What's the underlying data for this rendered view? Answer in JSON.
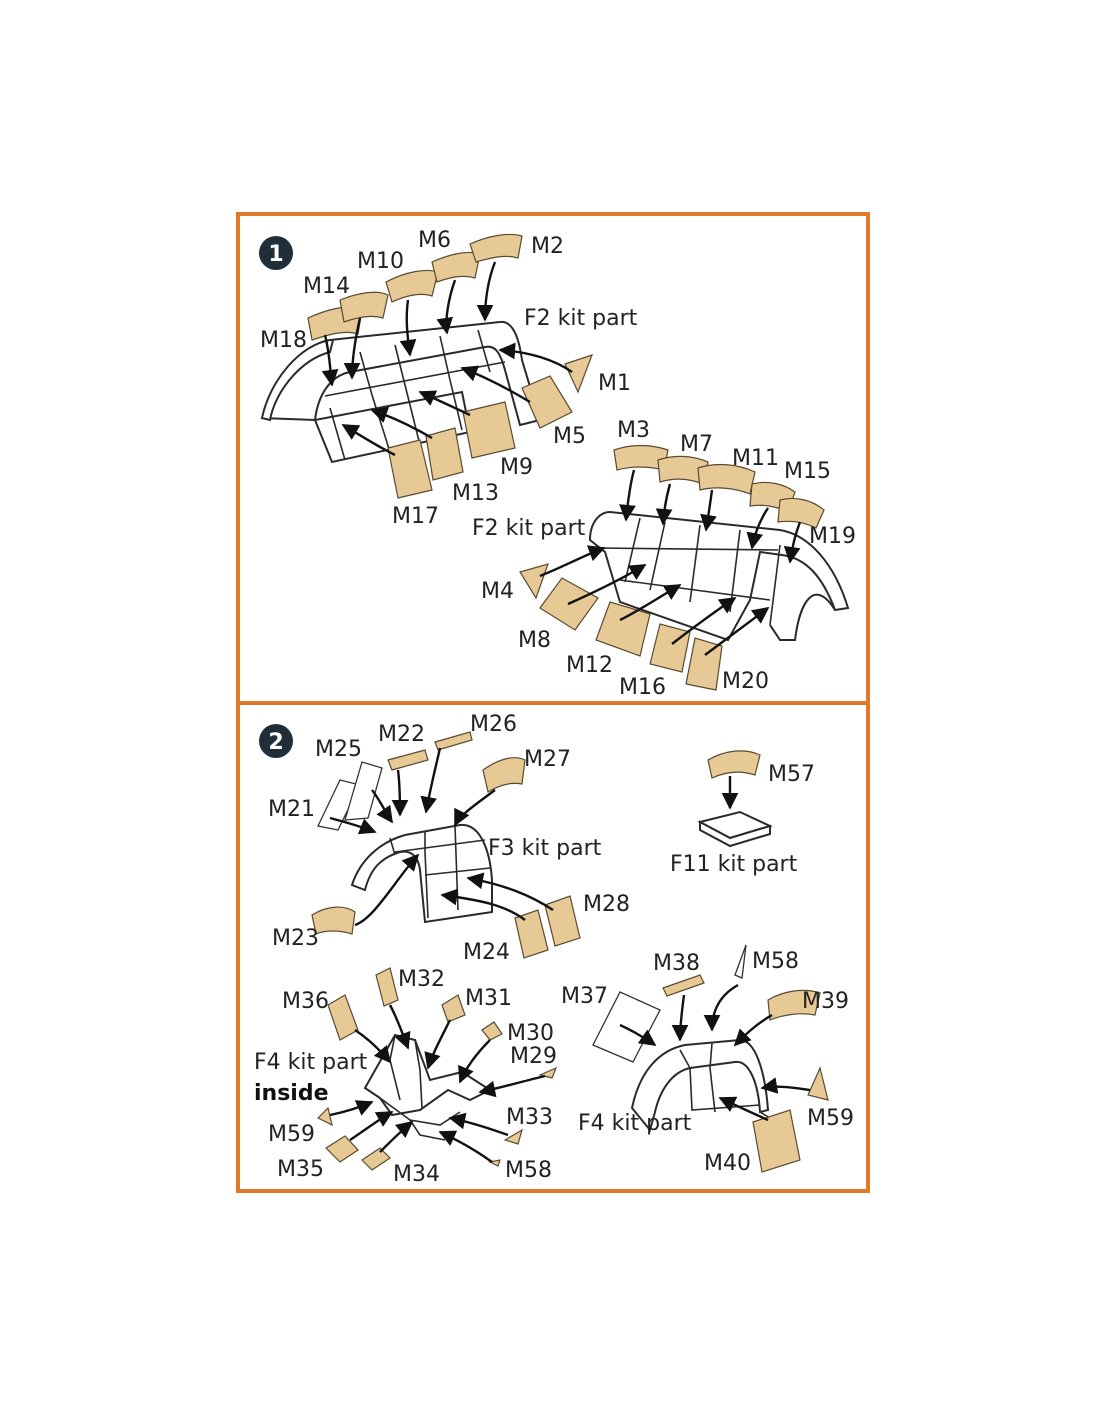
{
  "colors": {
    "border": "#e07a2a",
    "mask": "#e6c995",
    "badge": "#1e2f3a"
  },
  "step1": {
    "number": "1",
    "kit_part_a": "F2 kit part",
    "kit_part_b": "F2 kit part",
    "labels": {
      "M1": "M1",
      "M2": "M2",
      "M3": "M3",
      "M4": "M4",
      "M5": "M5",
      "M6": "M6",
      "M7": "M7",
      "M8": "M8",
      "M9": "M9",
      "M10": "M10",
      "M11": "M11",
      "M12": "M12",
      "M13": "M13",
      "M14": "M14",
      "M15": "M15",
      "M16": "M16",
      "M17": "M17",
      "M18": "M18",
      "M19": "M19",
      "M20": "M20"
    }
  },
  "step2": {
    "number": "2",
    "kit_part_f3": "F3 kit part",
    "kit_part_f11": "F11 kit part",
    "kit_part_f4_inside": "F4 kit part",
    "inside_note": "inside",
    "kit_part_f4": "F4 kit part",
    "labels": {
      "M21": "M21",
      "M22": "M22",
      "M23": "M23",
      "M24": "M24",
      "M25": "M25",
      "M26": "M26",
      "M27": "M27",
      "M28": "M28",
      "M29": "M29",
      "M30": "M30",
      "M31": "M31",
      "M32": "M32",
      "M33": "M33",
      "M34": "M34",
      "M35": "M35",
      "M36": "M36",
      "M37": "M37",
      "M38": "M38",
      "M39": "M39",
      "M40": "M40",
      "M57": "M57",
      "M58a": "M58",
      "M58b": "M58",
      "M59a": "M59",
      "M59b": "M59"
    }
  }
}
